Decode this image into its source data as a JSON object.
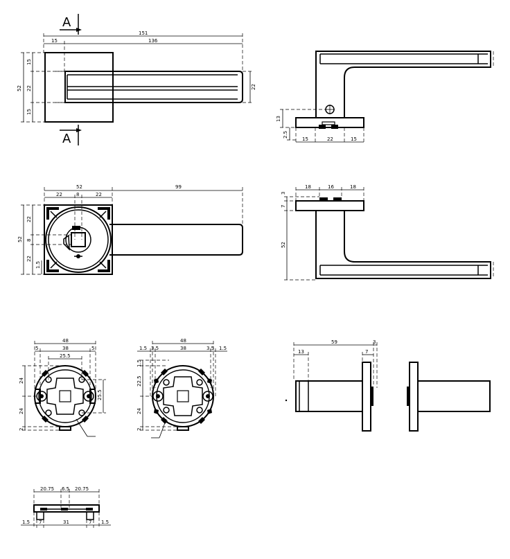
{
  "section_label": "A",
  "top_view": {
    "overall": "151",
    "offset": "15",
    "lever_len": "136",
    "height": "52",
    "upper": "15",
    "middle": "22",
    "lower": "15",
    "lever_w": "22"
  },
  "side_view": {
    "h13": "13",
    "h25": "2.5",
    "w1": "15",
    "w2": "22",
    "w3": "15"
  },
  "rose_view": {
    "w52": "52",
    "lever": "99",
    "left22": "22",
    "mid8": "8",
    "right22": "22",
    "h52": "52",
    "up22": "22",
    "mid8v": "8",
    "low22": "22",
    "low15": "1.5"
  },
  "side_view2": {
    "w18a": "18",
    "w16": "16",
    "w18b": "18",
    "h3": "3",
    "h7": "7",
    "h52": "52"
  },
  "base_a": {
    "w48": "48",
    "five_l": "5",
    "five_r": "5",
    "w38": "38",
    "w255": "25.5",
    "h24a": "24",
    "h24b": "24",
    "h2": "2",
    "h255": "25.5"
  },
  "base_b": {
    "w48": "48",
    "l15": "1.5",
    "l35": "3.5",
    "w38": "38",
    "r35": "3.5",
    "r15": "1.5",
    "h15": "1.5",
    "h225": "22.5",
    "h24": "24",
    "h2": "2"
  },
  "profile": {
    "w59": "59",
    "w3": "3",
    "w13": "13",
    "w7": "7"
  },
  "plate": {
    "w2075a": "20.75",
    "w65": "6.5",
    "w2075b": "20.75",
    "l15": "1.5",
    "l7": "7",
    "w31": "31",
    "r7": "7",
    "r15": "1.5"
  }
}
